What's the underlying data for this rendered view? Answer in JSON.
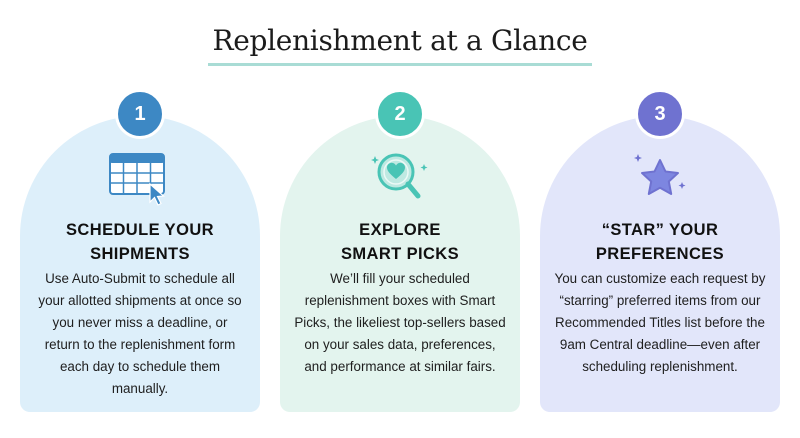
{
  "title": "Replenishment at a Glance",
  "steps": [
    {
      "number": "1",
      "heading_line1": "SCHEDULE YOUR",
      "heading_line2": "SHIPMENTS",
      "body": "Use Auto-Submit to schedule all your allotted shipments at once so you never miss a deadline, or return to the replenishment form each day to schedule them manually.",
      "icon": "calendar-cursor-icon"
    },
    {
      "number": "2",
      "heading_line1": "EXPLORE",
      "heading_line2": "SMART PICKS",
      "body": "We’ll fill your scheduled replenishment boxes with Smart Picks, the likeliest top-sellers based on your sales data, preferences, and performance at similar fairs.",
      "icon": "magnifier-heart-icon"
    },
    {
      "number": "3",
      "heading_line1": "“STAR” YOUR",
      "heading_line2": "PREFERENCES",
      "body": "You can customize each request by “starring” preferred items from our Recommended Titles list before the 9am Central deadline—even after scheduling replenishment.",
      "icon": "star-sparkle-icon"
    }
  ],
  "colors": {
    "card1_bg": "#ddeffa",
    "card2_bg": "#e3f4ee",
    "card3_bg": "#e2e6fa",
    "badge1": "#3d88c4",
    "badge2": "#49c4b5",
    "badge3": "#6f72d0",
    "title_underline": "#a9dcd5"
  }
}
